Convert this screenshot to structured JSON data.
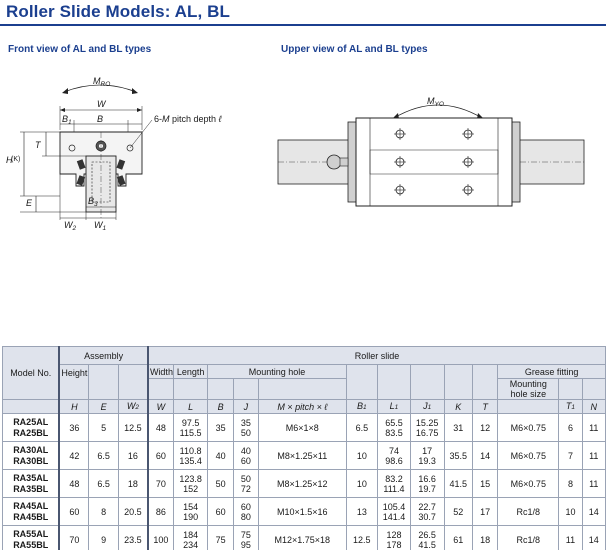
{
  "title": "Roller Slide Models: AL, BL",
  "captions": {
    "front": "Front view of AL and BL types",
    "upper": "Upper view of AL and BL types"
  },
  "front_labels": {
    "mro": "M",
    "mro_sub": "RO",
    "w": "W",
    "b1": "B",
    "b1_sub": "1",
    "b": "B",
    "pitch_pre": "6-",
    "pitch_m": "M",
    "pitch_mid": " pitch depth ",
    "pitch_l": "ℓ",
    "t": "T",
    "h": "H",
    "k": "(K)",
    "e": "E",
    "b3": "B",
    "b3_sub": "3",
    "w2": "W",
    "w2_sub": "2",
    "w1": "W",
    "w1_sub": "1"
  },
  "upper_labels": {
    "myo": "M",
    "myo_sub": "YO"
  },
  "table": {
    "header": {
      "model_no": "Model No.",
      "assembly": "Assembly",
      "roller_slide": "Roller slide",
      "height": "Height",
      "width": "Width",
      "length": "Length",
      "mounting_hole": "Mounting hole",
      "grease_fitting": "Grease fitting",
      "mounting_hole_size_1": "Mounting",
      "mounting_hole_size_2": "hole size",
      "h": "H",
      "e": "E",
      "w2": "W",
      "w2_sub": "2",
      "w": "W",
      "l": "L",
      "b": "B",
      "j": "J",
      "mpl": "M × pitch × ℓ",
      "b1": "B",
      "b1_sub": "1",
      "l1": "L",
      "l1_sub": "1",
      "j1": "J",
      "j1_sub": "1",
      "k": "K",
      "t": "T",
      "t1": "T",
      "t1_sub": "1",
      "n": "N"
    },
    "rows": [
      {
        "model_a": "RA25AL",
        "model_b": "RA25BL",
        "H": "36",
        "E": "5",
        "W2": "12.5",
        "W": "48",
        "L_a": "97.5",
        "L_b": "115.5",
        "B": "35",
        "J_a": "35",
        "J_b": "50",
        "M": "M6×1×8",
        "B1": "6.5",
        "L1_a": "65.5",
        "L1_b": "83.5",
        "J1_a": "15.25",
        "J1_b": "16.75",
        "K": "31",
        "T": "12",
        "hole": "M6×0.75",
        "T1": "6",
        "N": "11"
      },
      {
        "model_a": "RA30AL",
        "model_b": "RA30BL",
        "H": "42",
        "E": "6.5",
        "W2": "16",
        "W": "60",
        "L_a": "110.8",
        "L_b": "135.4",
        "B": "40",
        "J_a": "40",
        "J_b": "60",
        "M": "M8×1.25×11",
        "B1": "10",
        "L1_a": "74",
        "L1_b": "98.6",
        "J1_a": "17",
        "J1_b": "19.3",
        "K": "35.5",
        "T": "14",
        "hole": "M6×0.75",
        "T1": "7",
        "N": "11"
      },
      {
        "model_a": "RA35AL",
        "model_b": "RA35BL",
        "H": "48",
        "E": "6.5",
        "W2": "18",
        "W": "70",
        "L_a": "123.8",
        "L_b": "152",
        "B": "50",
        "J_a": "50",
        "J_b": "72",
        "M": "M8×1.25×12",
        "B1": "10",
        "L1_a": "83.2",
        "L1_b": "111.4",
        "J1_a": "16.6",
        "J1_b": "19.7",
        "K": "41.5",
        "T": "15",
        "hole": "M6×0.75",
        "T1": "8",
        "N": "11"
      },
      {
        "model_a": "RA45AL",
        "model_b": "RA45BL",
        "H": "60",
        "E": "8",
        "W2": "20.5",
        "W": "86",
        "L_a": "154",
        "L_b": "190",
        "B": "60",
        "J_a": "60",
        "J_b": "80",
        "M": "M10×1.5×16",
        "B1": "13",
        "L1_a": "105.4",
        "L1_b": "141.4",
        "J1_a": "22.7",
        "J1_b": "30.7",
        "K": "52",
        "T": "17",
        "hole": "Rc1/8",
        "T1": "10",
        "N": "14"
      },
      {
        "model_a": "RA55AL",
        "model_b": "RA55BL",
        "H": "70",
        "E": "9",
        "W2": "23.5",
        "W": "100",
        "L_a": "184",
        "L_b": "234",
        "B": "75",
        "J_a": "75",
        "J_b": "95",
        "M": "M12×1.75×18",
        "B1": "12.5",
        "L1_a": "128",
        "L1_b": "178",
        "J1_a": "26.5",
        "J1_b": "41.5",
        "K": "61",
        "T": "18",
        "hole": "Rc1/8",
        "T1": "11",
        "N": "14"
      }
    ]
  }
}
